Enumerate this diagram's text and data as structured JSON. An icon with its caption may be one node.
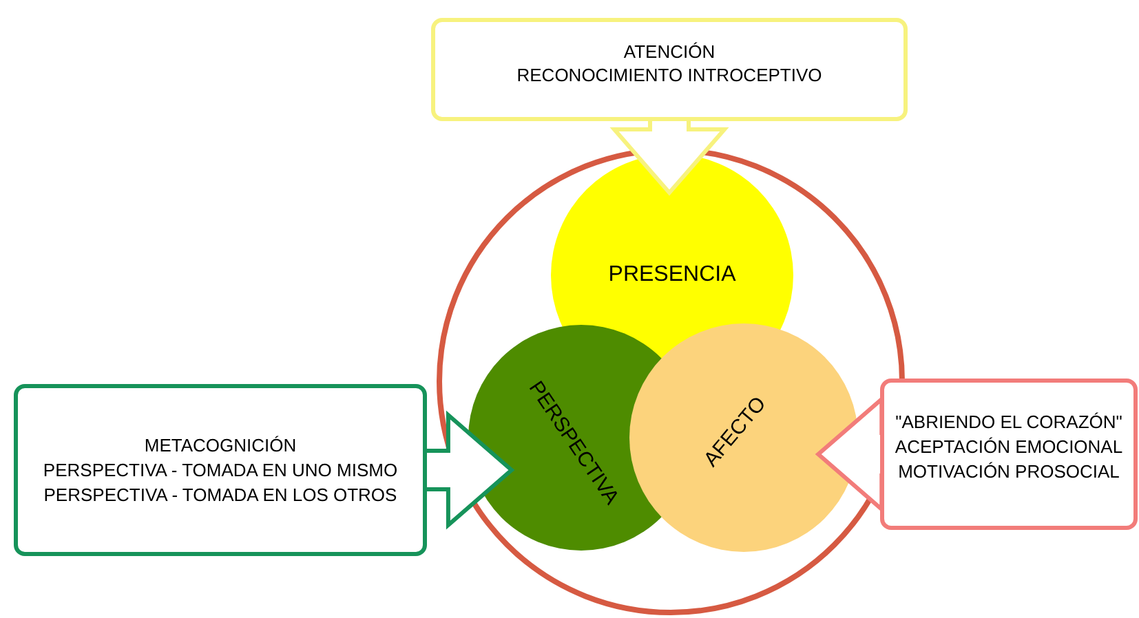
{
  "diagram": {
    "nodes": [
      {
        "text": [],
        "shape": "circle"
      },
      {
        "text": [
          "PRESENCIA"
        ],
        "in": 0
      },
      {
        "text": [
          "PERSPECTIVA"
        ],
        "in": 0
      },
      {
        "text": [
          "AFECTO"
        ],
        "in": 0
      },
      {
        "text": [
          "ATENCIÓN",
          "RECONOCIMIENTO INTROCEPTIVO"
        ]
      },
      {
        "text": [
          "METACOGNICIÓN",
          "PERSPECTIVA - TOMADA EN UNO MISMO",
          "PERSPECTIVA - TOMADA EN LOS OTROS"
        ]
      },
      {
        "text": [
          "\"ABRIENDO EL CORAZÓN\"",
          "ACEPTACIÓN EMOCIONAL",
          "MOTIVACIÓN PROSOCIAL"
        ]
      }
    ],
    "edges": [
      {
        "from": 4,
        "to": 1,
        "arrow": "to",
        "color": "#f7f27e"
      },
      {
        "from": 5,
        "to": 2,
        "arrow": "to",
        "color": "#16935a"
      },
      {
        "from": 6,
        "to": 3,
        "arrow": "to",
        "color": "#f27c7a"
      }
    ]
  }
}
